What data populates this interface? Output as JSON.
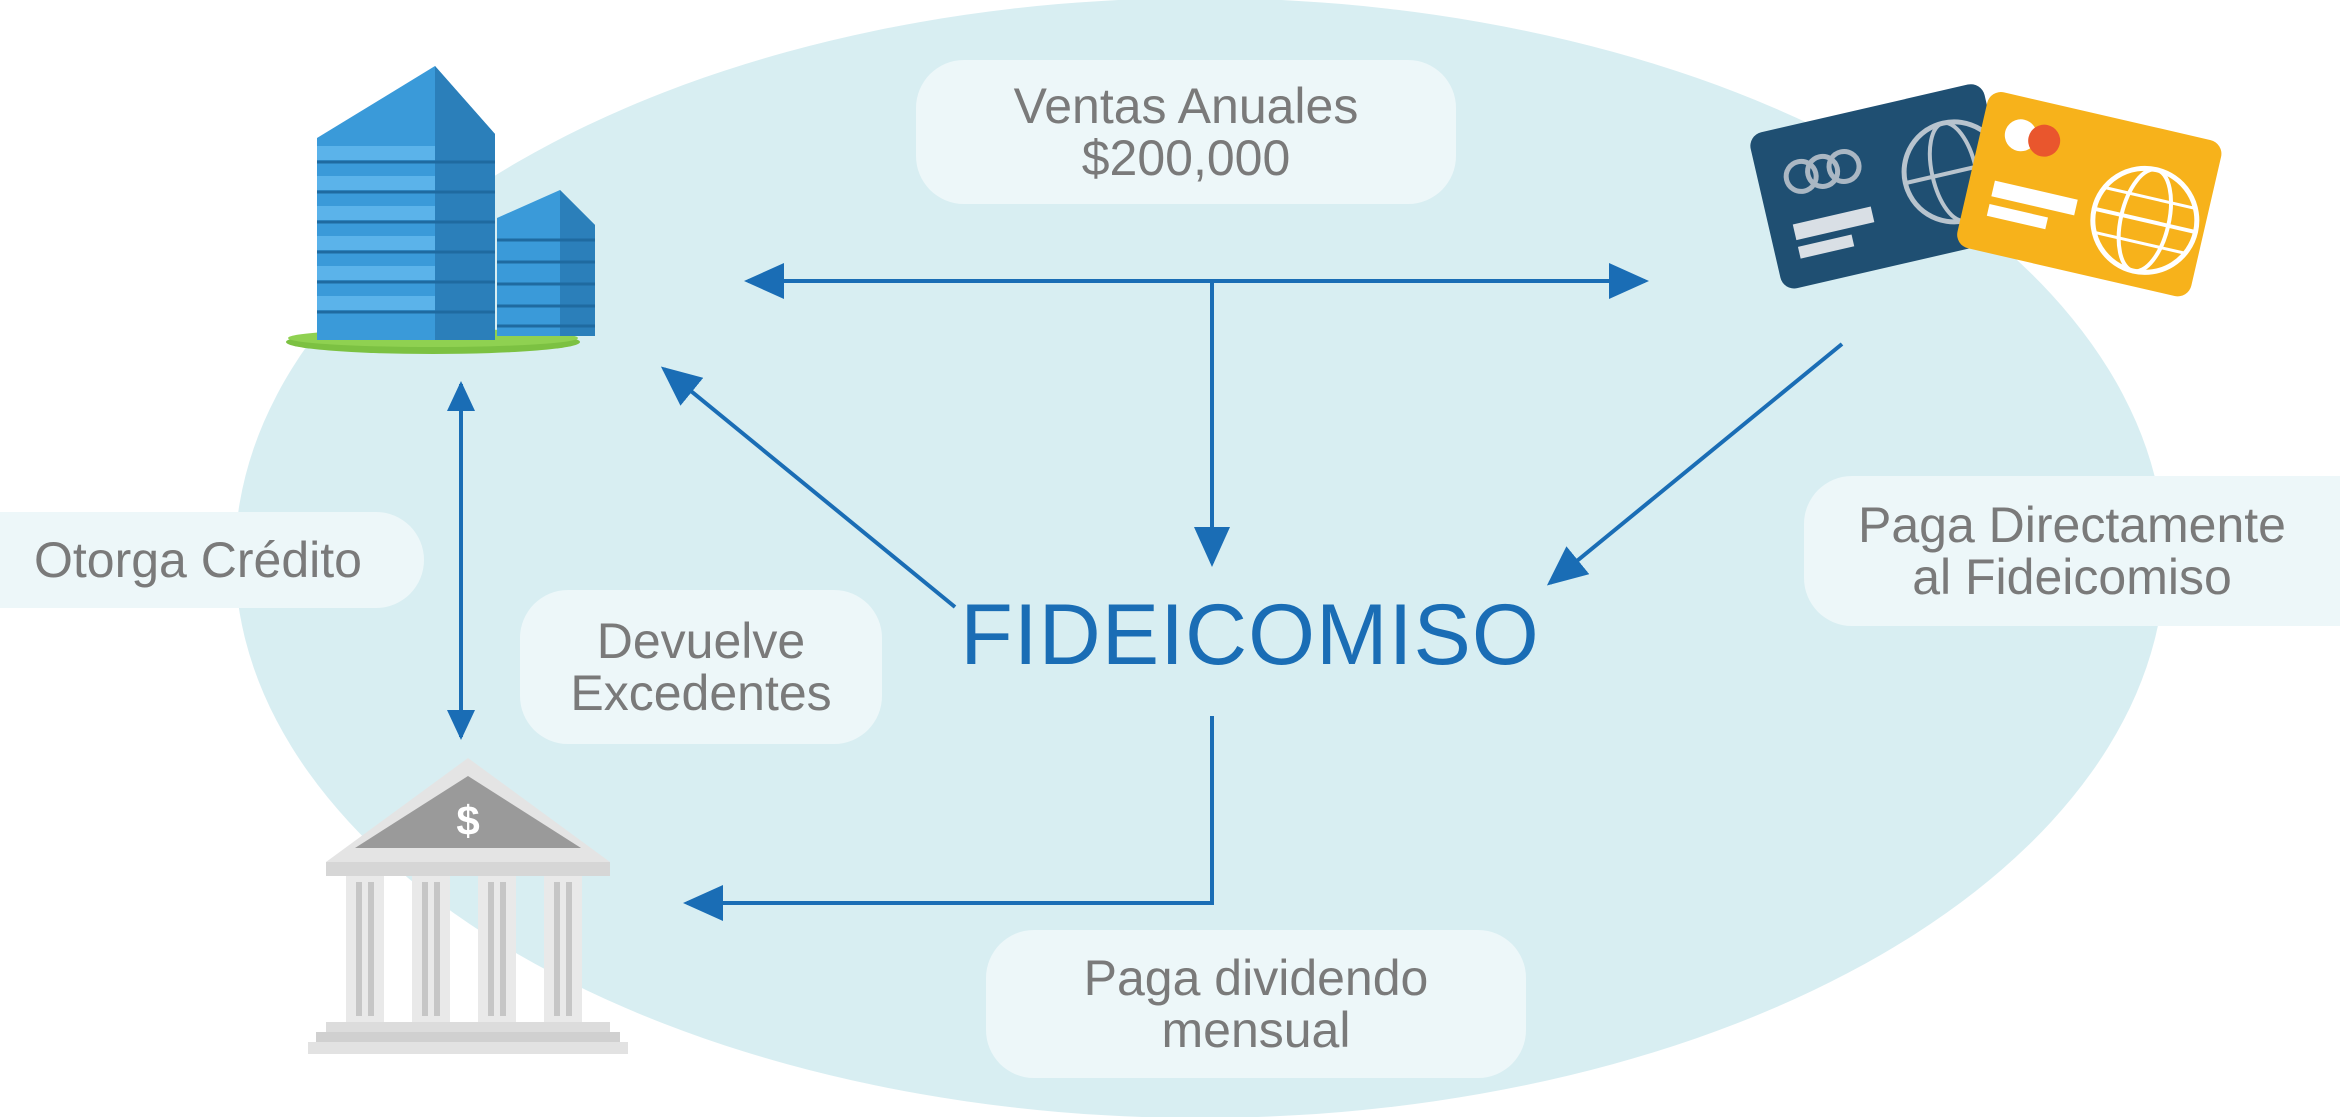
{
  "diagram": {
    "center_label": "FIDEICOMISO",
    "labels": {
      "annual_sales_line1": "Ventas Anuales",
      "annual_sales_line2": "$200,000",
      "grants_credit": "Otorga Crédito",
      "returns_surplus_line1": "Devuelve",
      "returns_surplus_line2": "Excedentes",
      "pays_directly_line1": "Paga Directamente",
      "pays_directly_line2": "al Fideicomiso",
      "monthly_dividend_line1": "Paga dividendo",
      "monthly_dividend_line2": "mensual"
    },
    "bank_symbol": "$",
    "icons": [
      "office-buildings-icon",
      "bank-icon",
      "credit-cards-icon"
    ],
    "colors": {
      "ellipse": "#d8eef2",
      "arrow": "#1a6db5",
      "label_bg": "#edf7f9",
      "label_text": "#7a7a7a",
      "title": "#1a6db5",
      "building": "#3a9ad9",
      "grass": "#7cc142",
      "card_dark": "#1f4f72",
      "card_yellow": "#f7b21b"
    }
  }
}
